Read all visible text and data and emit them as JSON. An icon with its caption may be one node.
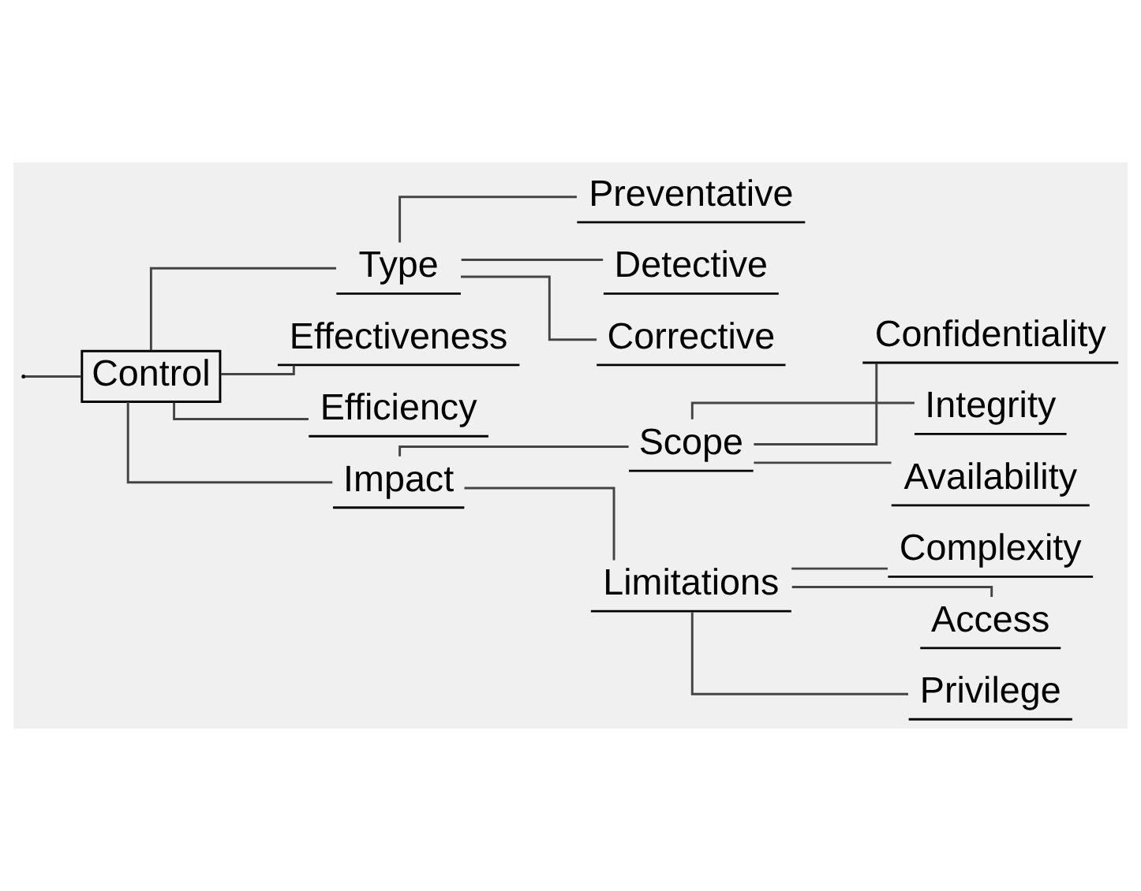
{
  "diagram": {
    "nodes": [
      {
        "text": [
          "Control"
        ]
      },
      {
        "text": [
          "Type"
        ]
      },
      {
        "text": [
          "Preventative"
        ]
      },
      {
        "text": [
          "Detective"
        ]
      },
      {
        "text": [
          "Corrective"
        ]
      },
      {
        "text": [
          "Effectiveness"
        ]
      },
      {
        "text": [
          "Efficiency"
        ]
      },
      {
        "text": [
          "Impact"
        ]
      },
      {
        "text": [
          "Scope"
        ]
      },
      {
        "text": [
          "Confidentiality"
        ]
      },
      {
        "text": [
          "Integrity"
        ]
      },
      {
        "text": [
          "Availability"
        ]
      },
      {
        "text": [
          "Limitations"
        ]
      },
      {
        "text": [
          "Complexity"
        ]
      },
      {
        "text": [
          "Access"
        ]
      },
      {
        "text": [
          "Privilege"
        ]
      }
    ],
    "edges": [
      {
        "from": null,
        "to": 0,
        "arrow": "none"
      },
      {
        "from": 0,
        "to": 1,
        "arrow": "none"
      },
      {
        "from": 1,
        "to": 2,
        "arrow": "none"
      },
      {
        "from": 1,
        "to": 3,
        "arrow": "none"
      },
      {
        "from": 1,
        "to": 4,
        "arrow": "none"
      },
      {
        "from": 0,
        "to": 5,
        "arrow": "none"
      },
      {
        "from": 0,
        "to": 6,
        "arrow": "none"
      },
      {
        "from": 0,
        "to": 7,
        "arrow": "none"
      },
      {
        "from": 7,
        "to": 8,
        "arrow": "none"
      },
      {
        "from": 8,
        "to": 9,
        "arrow": "none"
      },
      {
        "from": 8,
        "to": 10,
        "arrow": "none"
      },
      {
        "from": 8,
        "to": 11,
        "arrow": "none"
      },
      {
        "from": 7,
        "to": 12,
        "arrow": "none"
      },
      {
        "from": 12,
        "to": 13,
        "arrow": "none"
      },
      {
        "from": 12,
        "to": 14,
        "arrow": "none"
      },
      {
        "from": 12,
        "to": 15,
        "arrow": "none"
      }
    ]
  }
}
